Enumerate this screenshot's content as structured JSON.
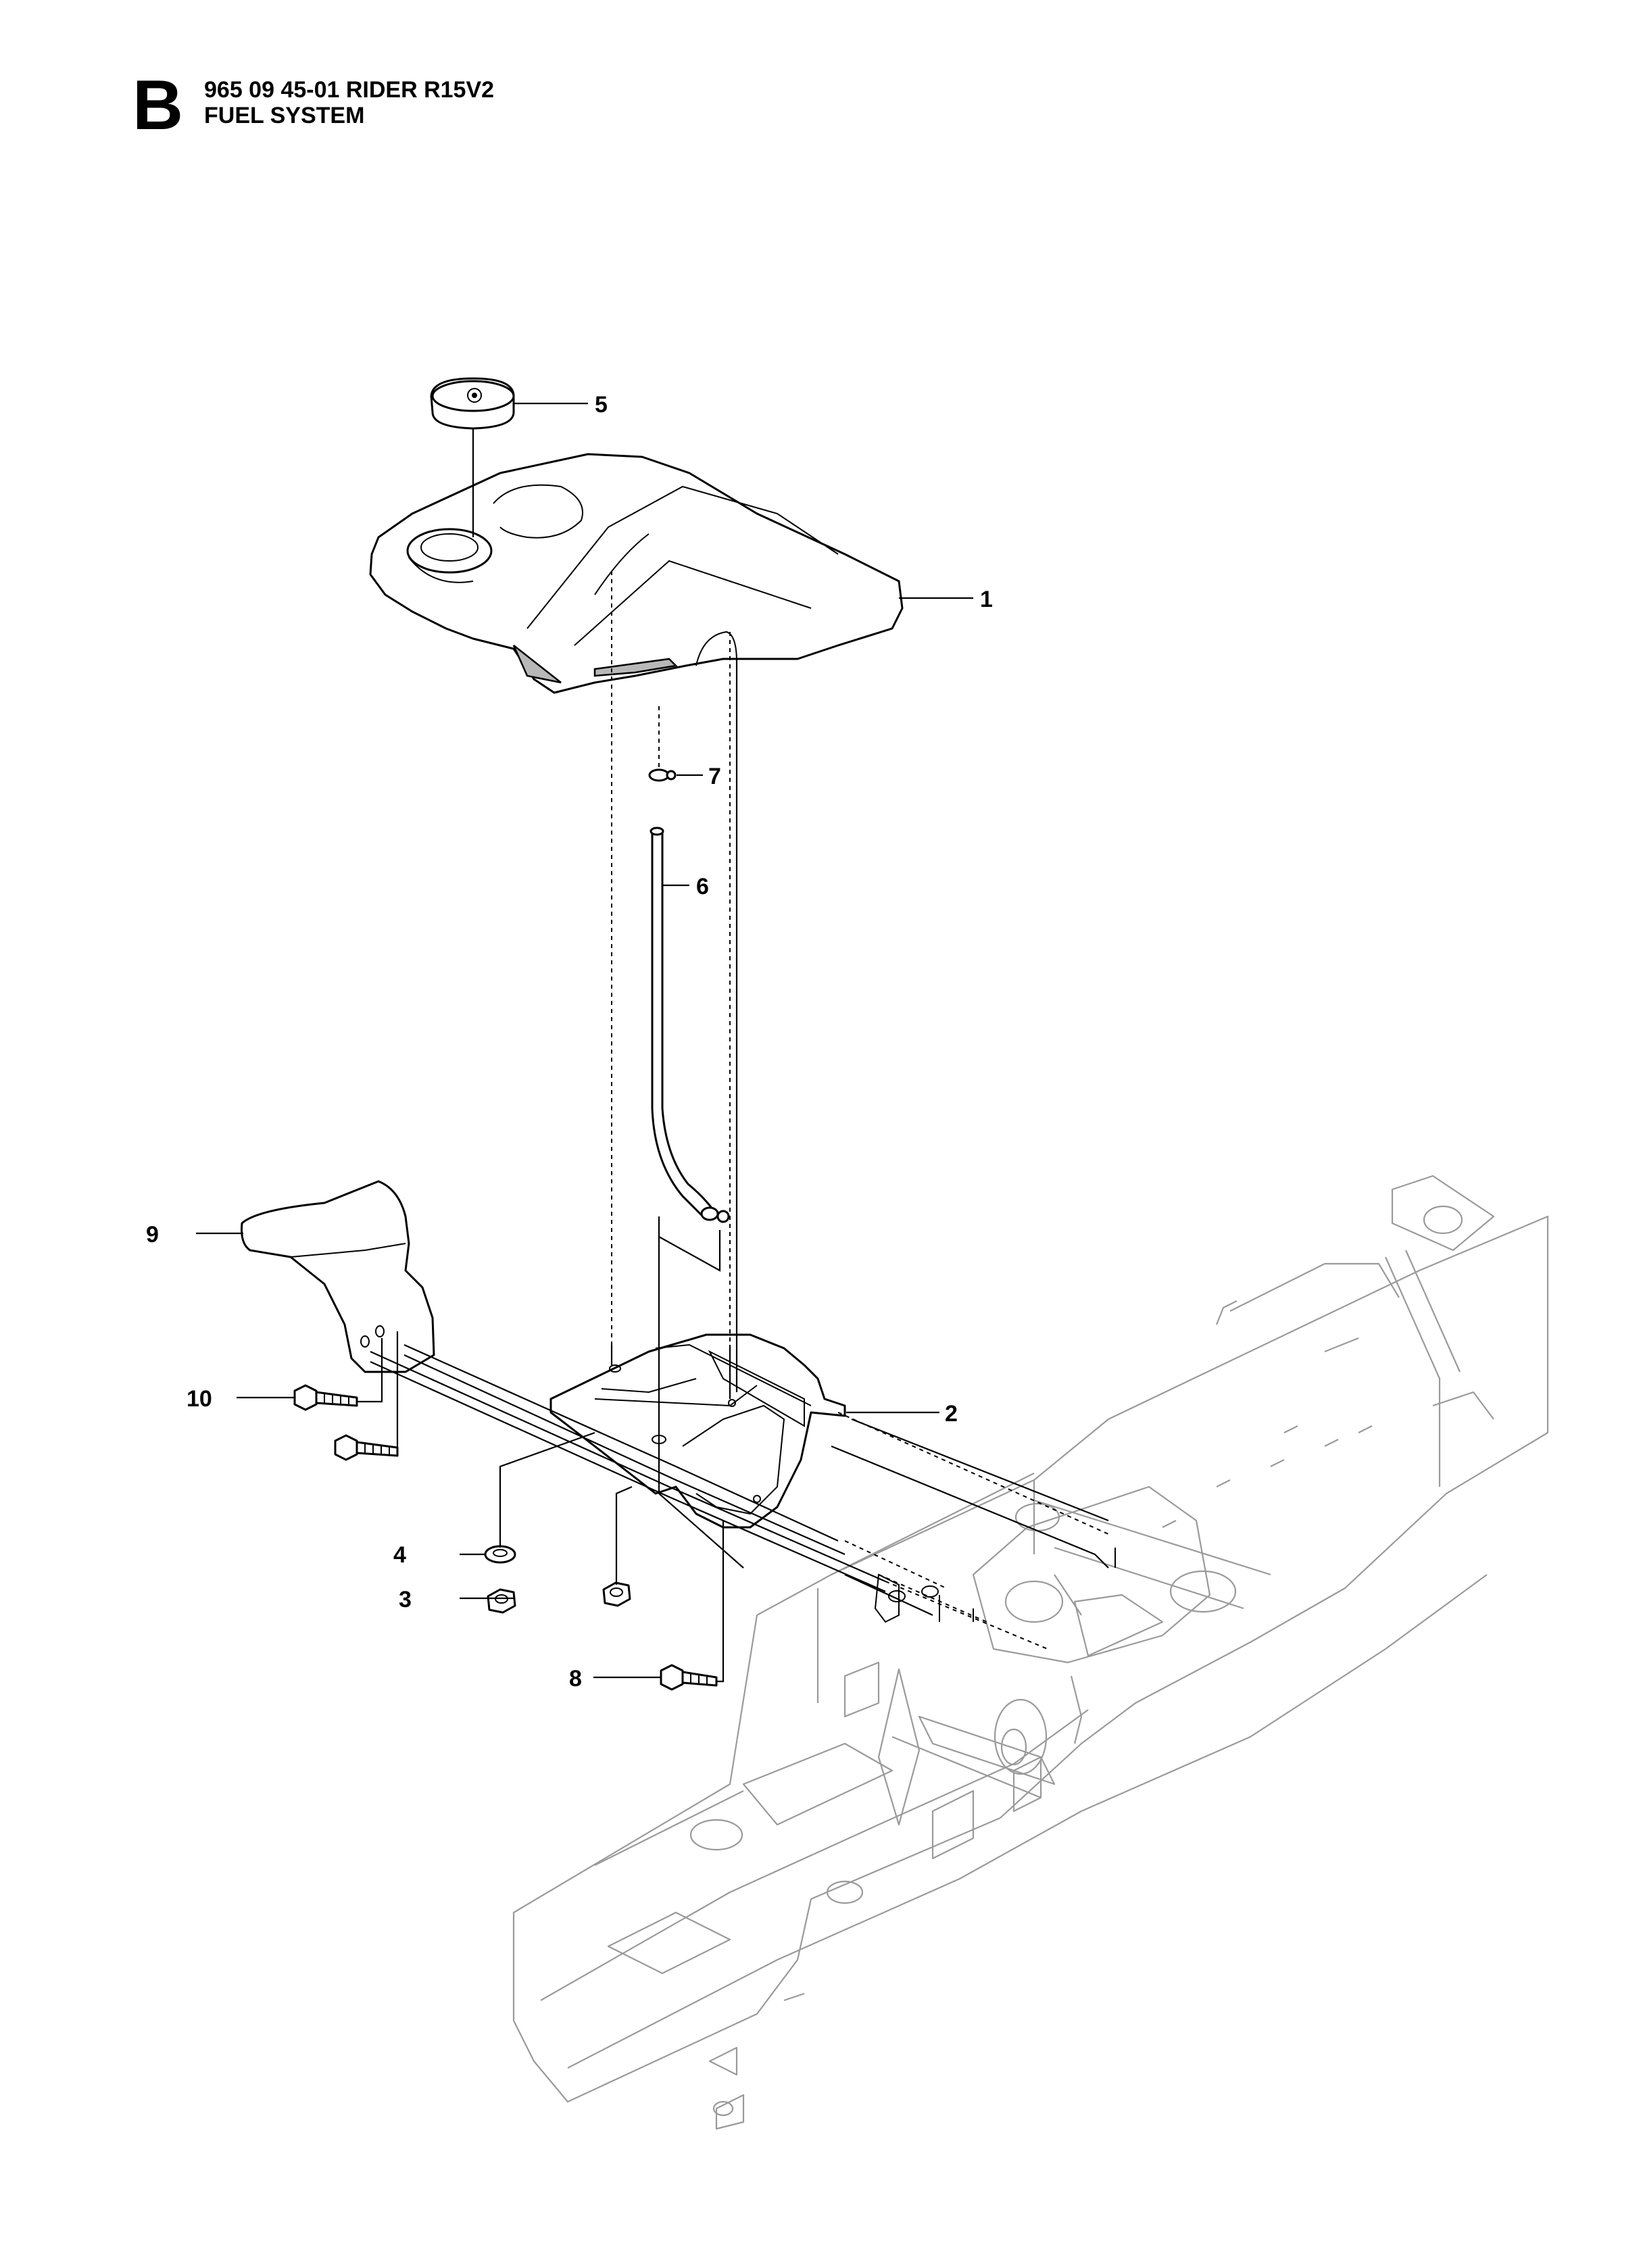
{
  "header": {
    "section_letter": "B",
    "model_line": "965 09 45-01 RIDER R15V2",
    "title": "FUEL SYSTEM"
  },
  "callouts": [
    {
      "label": "1"
    },
    {
      "label": "2"
    },
    {
      "label": "3"
    },
    {
      "label": "4"
    },
    {
      "label": "5"
    },
    {
      "label": "6"
    },
    {
      "label": "7"
    },
    {
      "label": "8"
    },
    {
      "label": "9"
    },
    {
      "label": "10"
    }
  ],
  "colors": {
    "ink": "#000000",
    "chassis_ghost": "#9a9a9a",
    "background": "#ffffff"
  }
}
